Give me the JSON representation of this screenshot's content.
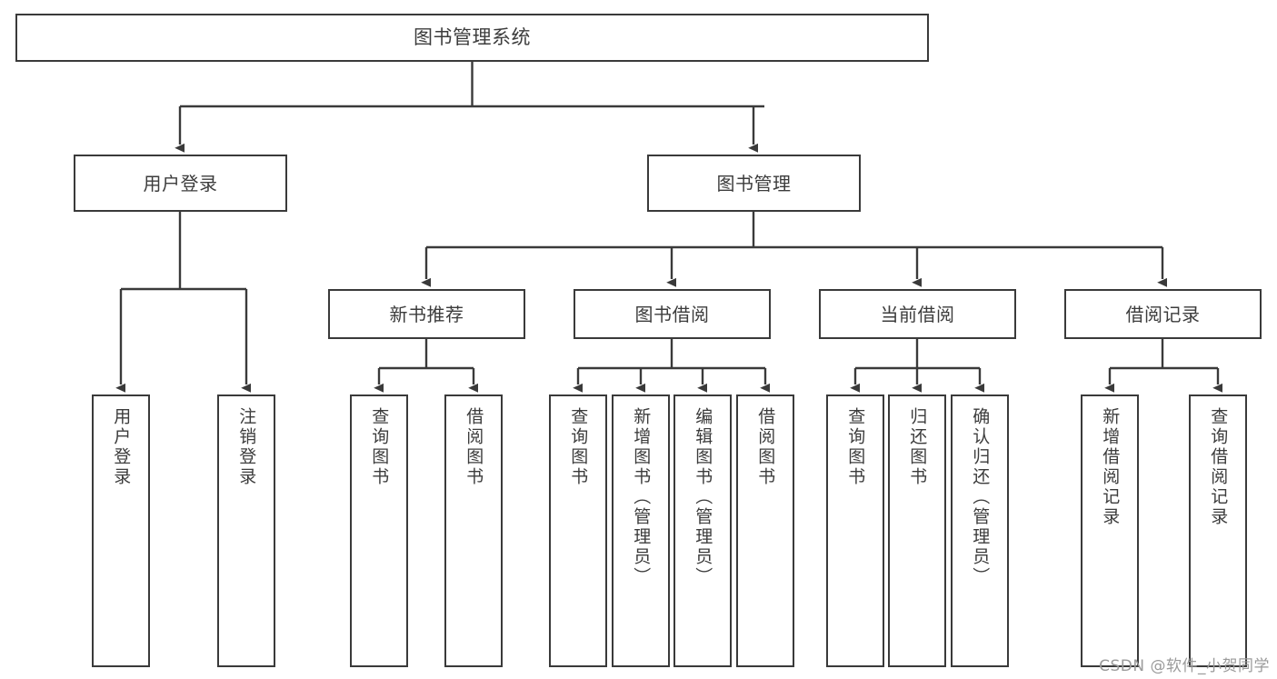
{
  "diagram": {
    "title": "图书管理系统",
    "type": "tree",
    "style": {
      "border_color": "#3a3a3a",
      "box_fill": "#ffffff",
      "text_color": "#3c3c3c",
      "connector_color": "#3a3a3a",
      "background": "#ffffff"
    },
    "root": {
      "label": "图书管理系统"
    },
    "level2": [
      {
        "label": "用户登录"
      },
      {
        "label": "图书管理"
      }
    ],
    "level3": [
      {
        "label": "新书推荐"
      },
      {
        "label": "图书借阅"
      },
      {
        "label": "当前借阅"
      },
      {
        "label": "借阅记录"
      }
    ],
    "leaves": {
      "user_login": [
        {
          "label": "用户登录"
        },
        {
          "label": "注销登录"
        }
      ],
      "new_book_recommend": [
        {
          "label": "查询图书"
        },
        {
          "label": "借阅图书"
        }
      ],
      "book_borrow": [
        {
          "label": "查询图书"
        },
        {
          "label": "新增图书（管理员）"
        },
        {
          "label": "编辑图书（管理员）"
        },
        {
          "label": "借阅图书"
        }
      ],
      "current_borrow": [
        {
          "label": "查询图书"
        },
        {
          "label": "归还图书"
        },
        {
          "label": "确认归还（管理员）"
        }
      ],
      "borrow_record": [
        {
          "label": "新增借阅记录"
        },
        {
          "label": "查询借阅记录"
        }
      ]
    }
  },
  "watermark": {
    "text": "CSDN @软件_小贺同学"
  }
}
